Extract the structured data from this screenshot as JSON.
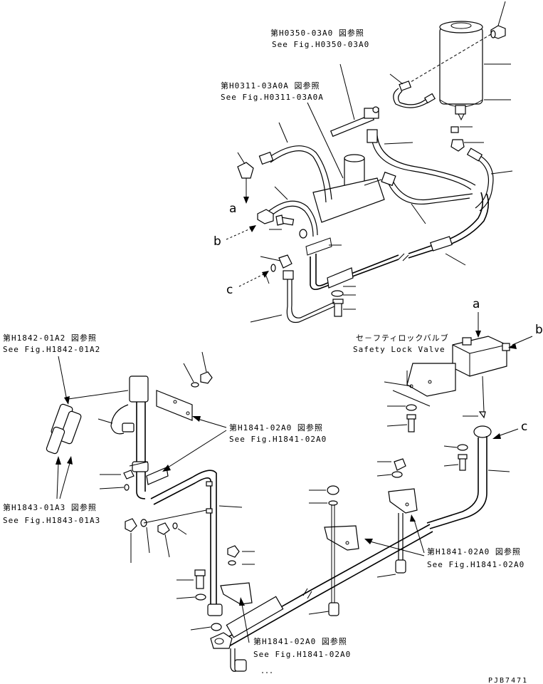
{
  "references": {
    "ref_h0350": {
      "jp": "第H0350-03A0 図参照",
      "en": "See Fig.H0350-03A0"
    },
    "ref_h0311": {
      "jp": "第H0311-03A0A 図参照",
      "en": "See Fig.H0311-03A0A"
    },
    "ref_h1842": {
      "jp": "第H1842-01A2 図参照",
      "en": "See Fig.H1842-01A2"
    },
    "ref_h1841_upper": {
      "jp": "第H1841-02A0 図参照",
      "en": "See Fig.H1841-02A0"
    },
    "ref_h1843": {
      "jp": "第H1843-01A3 図参照",
      "en": "See Fig.H1843-01A3"
    },
    "ref_h1841_right": {
      "jp": "第H1841-02A0 図参照",
      "en": "See Fig.H1841-02A0"
    },
    "ref_h1841_bottom": {
      "jp": "第H1841-02A0 図参照",
      "en": "See Fig.H1841-02A0"
    }
  },
  "safety_lock_valve": {
    "jp": "セ－フティロックバルブ",
    "en": "Safety Lock Valve"
  },
  "connection_letters": {
    "top_a": "a",
    "top_b": "b",
    "top_c": "c",
    "valve_a": "a",
    "valve_b": "b",
    "valve_c": "c"
  },
  "drawing_code": "PJB7471"
}
